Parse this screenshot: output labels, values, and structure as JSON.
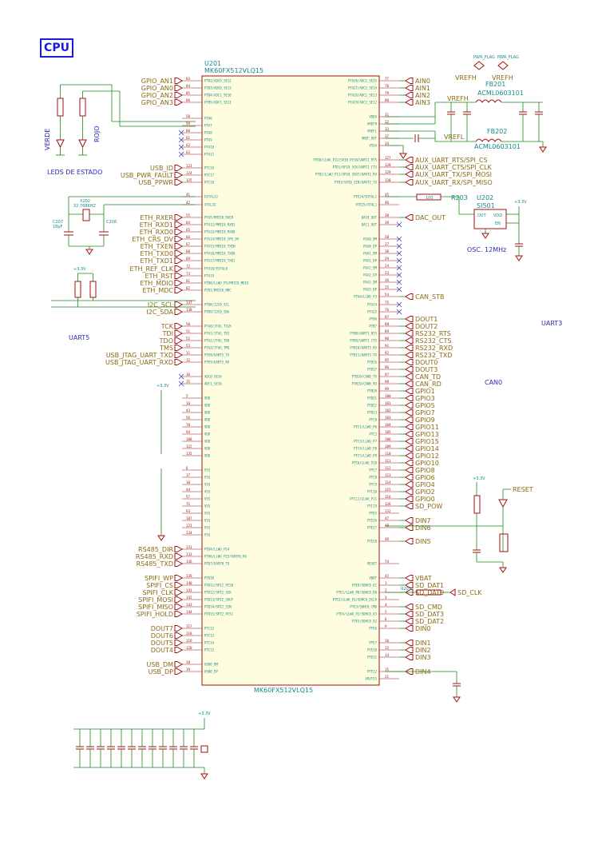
{
  "title": "CPU",
  "chip": {
    "ref": "U201",
    "part_top": "MK60FX512VLQ15",
    "part_bottom": "MK60FX512VLQ15",
    "left_pins": [
      {
        "num": "83",
        "name": "PTB2/ADC0_SE12",
        "net": "GPIO_AN1"
      },
      {
        "num": "84",
        "name": "PTB3/ADC0_SE13",
        "net": "GPIO_AN0"
      },
      {
        "num": "85",
        "name": "PTB4/ADC1_SE10",
        "net": "GPIO_AN2"
      },
      {
        "num": "86",
        "name": "PTB5/ADC1_SE11",
        "net": "GPIO_AN3"
      },
      {
        "num": "58",
        "name": "PTA6",
        "net": ""
      },
      {
        "num": "59",
        "name": "PTA7",
        "net": ""
      },
      {
        "num": "60",
        "name": "PTA8",
        "net": ""
      },
      {
        "num": "61",
        "name": "PTA9",
        "net": ""
      },
      {
        "num": "62",
        "name": "PTA10",
        "net": ""
      },
      {
        "num": "63",
        "name": "PTA11",
        "net": ""
      },
      {
        "num": "123",
        "name": "PTC16",
        "net": "USB_ID"
      },
      {
        "num": "124",
        "name": "PTC17",
        "net": "USB_PWR_FAULT"
      },
      {
        "num": "125",
        "name": "PTC18",
        "net": "USB_PPWR"
      },
      {
        "num": "41",
        "name": "EXTAL32",
        "net": ""
      },
      {
        "num": "42",
        "name": "XTAL32",
        "net": ""
      },
      {
        "num": "55",
        "name": "PTA5/RMII0_RXER",
        "net": "ETH_RXER"
      },
      {
        "num": "64",
        "name": "PTA12/RMII0_RXD1",
        "net": "ETH_RXD1"
      },
      {
        "num": "65",
        "name": "PTA13/RMII0_RXD0",
        "net": "ETH_RXD0"
      },
      {
        "num": "66",
        "name": "PTA14/RMII0_CRS_DV",
        "net": "ETH_CRS_DV"
      },
      {
        "num": "67",
        "name": "PTA15/RMII0_TXEN",
        "net": "ETH_TXEN"
      },
      {
        "num": "68",
        "name": "PTA16/RMII0_TXD0",
        "net": "ETH_TXD0"
      },
      {
        "num": "69",
        "name": "PTA17/RMII0_TXD1",
        "net": "ETH_TXD1"
      },
      {
        "num": "72",
        "name": "PTA18/EXTAL0",
        "net": "ETH_REF_CLK"
      },
      {
        "num": "73",
        "name": "PTA19",
        "net": "ETH_RST"
      },
      {
        "num": "81",
        "name": "PTB0/LLWU_P5/RMII0_MDIO",
        "net": "ETH_MDIO"
      },
      {
        "num": "82",
        "name": "PTB1/RMII0_MDC",
        "net": "ETH_MDC"
      },
      {
        "num": "137",
        "name": "PTD8/I2C0_SCL",
        "net": "I2C_SCL"
      },
      {
        "num": "138",
        "name": "PTD9/I2C0_SDA",
        "net": "I2C_SDA"
      },
      {
        "num": "50",
        "name": "PTA0/JTAG_TCLK",
        "net": "TCK"
      },
      {
        "num": "51",
        "name": "PTA1/JTAG_TDI",
        "net": "TDI"
      },
      {
        "num": "52",
        "name": "PTA2/JTAG_TDO",
        "net": "TDO"
      },
      {
        "num": "53",
        "name": "PTA3/JTAG_TMS",
        "net": "TMS"
      },
      {
        "num": "11",
        "name": "PTE8/UART5_TX",
        "net": "USB_JTAG_UART_TXD"
      },
      {
        "num": "12",
        "name": "PTE9/UART5_RX",
        "net": "USB_JTAG_UART_RXD"
      },
      {
        "num": "36",
        "name": "ADC0_SE16",
        "net": ""
      },
      {
        "num": "35",
        "name": "ADC1_SE16",
        "net": ""
      },
      {
        "num": "5",
        "name": "VDD",
        "net": ""
      },
      {
        "num": "16",
        "name": "VDD",
        "net": ""
      },
      {
        "num": "43",
        "name": "VDD",
        "net": ""
      },
      {
        "num": "56",
        "name": "VDD",
        "net": ""
      },
      {
        "num": "70",
        "name": "VDD",
        "net": ""
      },
      {
        "num": "94",
        "name": "VDD",
        "net": ""
      },
      {
        "num": "108",
        "name": "VDD",
        "net": ""
      },
      {
        "num": "122",
        "name": "VDD",
        "net": ""
      },
      {
        "num": "135",
        "name": "VDD",
        "net": ""
      },
      {
        "num": "6",
        "name": "VSS",
        "net": ""
      },
      {
        "num": "17",
        "name": "VSS",
        "net": ""
      },
      {
        "num": "18",
        "name": "VSS",
        "net": ""
      },
      {
        "num": "44",
        "name": "VSS",
        "net": ""
      },
      {
        "num": "57",
        "name": "VSS",
        "net": ""
      },
      {
        "num": "71",
        "name": "VSS",
        "net": ""
      },
      {
        "num": "93",
        "name": "VSS",
        "net": ""
      },
      {
        "num": "107",
        "name": "VSS",
        "net": ""
      },
      {
        "num": "121",
        "name": "VSS",
        "net": ""
      },
      {
        "num": "134",
        "name": "VSS",
        "net": ""
      },
      {
        "num": "131",
        "name": "PTD4/LLWU_P14",
        "net": "RS485_DIR"
      },
      {
        "num": "133",
        "name": "PTD6/LLWU_P15/UART0_RX",
        "net": "RS485_RXD"
      },
      {
        "num": "136",
        "name": "PTD7/UART0_TX",
        "net": "RS485_TXD"
      },
      {
        "num": "139",
        "name": "PTD10",
        "net": "SPIFI_WP"
      },
      {
        "num": "140",
        "name": "PTD11/SPI2_PCS0",
        "net": "SPIFI_CS"
      },
      {
        "num": "141",
        "name": "PTD12/SPI2_SCK",
        "net": "SPIFI_CLK"
      },
      {
        "num": "142",
        "name": "PTD13/SPI2_SOUT",
        "net": "SPIFI_MOSI"
      },
      {
        "num": "143",
        "name": "PTD14/SPI2_SIN",
        "net": "SPIFI_MISO"
      },
      {
        "num": "144",
        "name": "PTD15/SPI2_PCS1",
        "net": "SPIFI_HOLD"
      },
      {
        "num": "117",
        "name": "PTC12",
        "net": "DOUT7"
      },
      {
        "num": "118",
        "name": "PTC13",
        "net": "DOUT6"
      },
      {
        "num": "119",
        "name": "PTC14",
        "net": "DOUT5"
      },
      {
        "num": "120",
        "name": "PTC15",
        "net": "DOUT4"
      },
      {
        "num": "20",
        "name": "USB0_DM",
        "net": "USB_DM"
      },
      {
        "num": "19",
        "name": "USB0_DP",
        "net": "USB_DP"
      }
    ],
    "right_pins": [
      {
        "num": "77",
        "name": "PTA26/ADC2_SE15",
        "net": "AIN0"
      },
      {
        "num": "78",
        "name": "PTA27/ADC2_SE14",
        "net": "AIN1"
      },
      {
        "num": "79",
        "name": "PTA28/ADC2_SE13",
        "net": "AIN2"
      },
      {
        "num": "80",
        "name": "PTA29/ADC2_SE12",
        "net": "AIN3"
      },
      {
        "num": "31",
        "name": "VDDA",
        "net": ""
      },
      {
        "num": "32",
        "name": "VREFH",
        "net": ""
      },
      {
        "num": "33",
        "name": "VREFL",
        "net": ""
      },
      {
        "num": "37",
        "name": "VREF_OUT",
        "net": ""
      },
      {
        "num": "34",
        "name": "VSSA",
        "net": ""
      },
      {
        "num": "127",
        "name": "PTD0/LLWU_P12/SPI0_PCS0/UART2_RTS",
        "net": "AUX_UART_RTS/SPI_CS"
      },
      {
        "num": "128",
        "name": "PTD1/SPI0_SCK/UART2_CTS",
        "net": "AUX_UART_CTS/SPI_CLK"
      },
      {
        "num": "129",
        "name": "PTD2/LLWU_P13/SPI0_SOUT/UART2_RX",
        "net": "AUX_UART_TX/SPI_MOSI"
      },
      {
        "num": "130",
        "name": "PTD3/SPI0_SIN/UART2_TX",
        "net": "AUX_UART_RX/SPI_MISO"
      },
      {
        "num": "45",
        "name": "PTE24/EXTAL1",
        "net": ""
      },
      {
        "num": "46",
        "name": "PTE25/XTAL1",
        "net": ""
      },
      {
        "num": "38",
        "name": "DAC0_OUT",
        "net": "DAC_OUT"
      },
      {
        "num": "39",
        "name": "DAC1_OUT",
        "net": ""
      },
      {
        "num": "28",
        "name": "PGA0_DM",
        "net": ""
      },
      {
        "num": "27",
        "name": "PGA0_DP",
        "net": ""
      },
      {
        "num": "30",
        "name": "PGA1_DM",
        "net": ""
      },
      {
        "num": "29",
        "name": "PGA1_DP",
        "net": ""
      },
      {
        "num": "24",
        "name": "PGA2_DM",
        "net": ""
      },
      {
        "num": "23",
        "name": "PGA2_DP",
        "net": ""
      },
      {
        "num": "26",
        "name": "PGA3_DM",
        "net": ""
      },
      {
        "num": "25",
        "name": "PGA3_DP",
        "net": ""
      },
      {
        "num": "54",
        "name": "PTA4/LLWU_P3",
        "net": "CAN_STB"
      },
      {
        "num": "75",
        "name": "PTA24",
        "net": ""
      },
      {
        "num": "76",
        "name": "PTA25",
        "net": ""
      },
      {
        "num": "87",
        "name": "PTB6",
        "net": "DOUT1"
      },
      {
        "num": "88",
        "name": "PTB7",
        "net": "DOUT2"
      },
      {
        "num": "89",
        "name": "PTB8/UART3_RTS",
        "net": "RS232_RTS"
      },
      {
        "num": "90",
        "name": "PTB9/UART3_CTS",
        "net": "RS232_CTS"
      },
      {
        "num": "91",
        "name": "PTB10/UART3_RX",
        "net": "RS232_RXD"
      },
      {
        "num": "92",
        "name": "PTB11/UART3_TX",
        "net": "RS232_TXD"
      },
      {
        "num": "95",
        "name": "PTB16",
        "net": "DOUT0"
      },
      {
        "num": "96",
        "name": "PTB17",
        "net": "DOUT3"
      },
      {
        "num": "97",
        "name": "PTB18/CAN0_TX",
        "net": "CAN_TD"
      },
      {
        "num": "98",
        "name": "PTB19/CAN0_RX",
        "net": "CAN_RD"
      },
      {
        "num": "99",
        "name": "PTB20",
        "net": "GPIO1"
      },
      {
        "num": "100",
        "name": "PTB21",
        "net": "GPIO3"
      },
      {
        "num": "101",
        "name": "PTB22",
        "net": "GPIO5"
      },
      {
        "num": "102",
        "name": "PTB23",
        "net": "GPIO7"
      },
      {
        "num": "103",
        "name": "PTC0",
        "net": "GPIO9"
      },
      {
        "num": "104",
        "name": "PTC1/LLWU_P6",
        "net": "GPIO11"
      },
      {
        "num": "105",
        "name": "PTC2",
        "net": "GPIO13"
      },
      {
        "num": "106",
        "name": "PTC3/LLWU_P7",
        "net": "GPIO15"
      },
      {
        "num": "109",
        "name": "PTC4/LLWU_P8",
        "net": "GPIO14"
      },
      {
        "num": "110",
        "name": "PTC5/LLWU_P9",
        "net": "GPIO12"
      },
      {
        "num": "111",
        "name": "PTC6/LLWU_P10",
        "net": "GPIO10"
      },
      {
        "num": "112",
        "name": "PTC7",
        "net": "GPIO8"
      },
      {
        "num": "113",
        "name": "PTC8",
        "net": "GPIO6"
      },
      {
        "num": "114",
        "name": "PTC9",
        "net": "GPIO4"
      },
      {
        "num": "115",
        "name": "PTC10",
        "net": "GPIO2"
      },
      {
        "num": "116",
        "name": "PTC11/LLWU_P11",
        "net": "GPIO0"
      },
      {
        "num": "126",
        "name": "PTC19",
        "net": "SD_POW"
      },
      {
        "num": "132",
        "name": "PTD5",
        "net": ""
      },
      {
        "num": "47",
        "name": "PTE26",
        "net": "DIN7"
      },
      {
        "num": "48",
        "name": "PTE27",
        "net": "DIN6"
      },
      {
        "num": "49",
        "name": "PTE28",
        "net": "DIN5"
      },
      {
        "num": "74",
        "name": "RESET",
        "net": ""
      },
      {
        "num": "42",
        "name": "VBAT",
        "net": "VBAT"
      },
      {
        "num": "1",
        "name": "PTE0/SDHC0_D1",
        "net": "SD_DAT1"
      },
      {
        "num": "2",
        "name": "PTE1/LLWU_P0/SDHC0_D0",
        "net": "SD_DAT0"
      },
      {
        "num": "3",
        "name": "PTE2/LLWU_P1/SDHC0_DCLK",
        "net": ""
      },
      {
        "num": "4",
        "name": "PTE3/SDHC0_CMD",
        "net": "SD_CMD"
      },
      {
        "num": "5",
        "name": "PTE4/LLWU_P2/SDHC0_D3",
        "net": "SD_DAT3"
      },
      {
        "num": "6",
        "name": "PTE5/SDHC0_D2",
        "net": "SD_DAT2"
      },
      {
        "num": "9",
        "name": "PTE6",
        "net": "DIN0"
      },
      {
        "num": "10",
        "name": "PTE7",
        "net": "DIN1"
      },
      {
        "num": "13",
        "name": "PTE10",
        "net": "DIN2"
      },
      {
        "num": "14",
        "name": "PTE11",
        "net": "DIN3"
      },
      {
        "num": "15",
        "name": "PTE12",
        "net": "DIN4"
      },
      {
        "num": "21",
        "name": "VOUT33",
        "net": ""
      },
      {
        "num": "22",
        "name": "VREGIN",
        "net": "VREGIN"
      }
    ]
  },
  "labels": {
    "leds": "LEDS DE ESTADO",
    "verde": "VERDE",
    "rojo": "ROJO",
    "uart5": "UART5",
    "uart3": "UART3",
    "can0": "CAN0",
    "osc": "OSC. 12MHz",
    "sd_clk": "SD_CLK",
    "reset": "RESET",
    "vrefh1": "VREFH",
    "vrefh2": "VREFH",
    "vrefh_a": "VREFH",
    "vrefl": "VREFL",
    "fb201": "FB201",
    "fb202": "FB202",
    "fb_part1": "ACML0603101",
    "fb_part2": "ACML0603101",
    "u202": "U202",
    "si501": "SI501",
    "r203": "R203",
    "r203v": "100",
    "r205": "R205",
    "x202": "X202",
    "x202v": "32.768KHZ",
    "c207": "C207",
    "c208": "C208",
    "cap18p": "18pF",
    "v33": "+3.3V"
  }
}
